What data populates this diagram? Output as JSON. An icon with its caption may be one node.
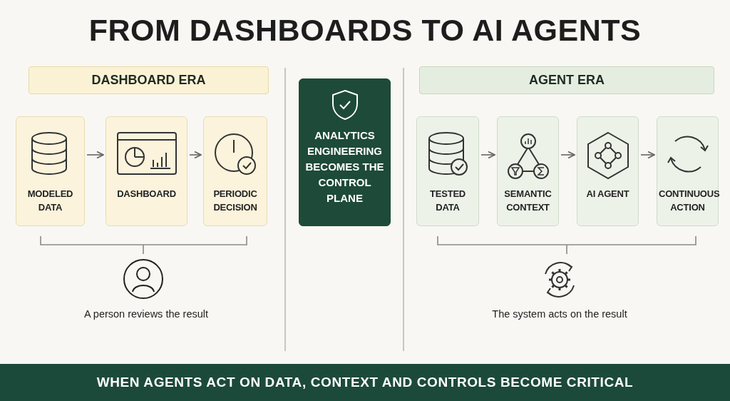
{
  "diagram": {
    "title": "FROM DASHBOARDS TO AI AGENTS",
    "caption": "WHEN AGENTS ACT ON DATA, CONTEXT AND CONTROLS BECOME CRITICAL",
    "nodes": [
      {
        "text": [
          "DASHBOARD ERA"
        ]
      },
      {
        "text": [
          "MODELED DATA"
        ]
      },
      {
        "text": [
          "DASHBOARD"
        ]
      },
      {
        "text": [
          "PERIODIC DECISION"
        ]
      },
      {
        "text": [
          "ANALYTICS ENGINEERING BECOMES THE CONTROL PLANE"
        ]
      },
      {
        "text": [
          "AGENT ERA"
        ]
      },
      {
        "text": [
          "TESTED DATA"
        ]
      },
      {
        "text": [
          "SEMANTIC CONTEXT"
        ]
      },
      {
        "text": [
          "AI AGENT"
        ]
      },
      {
        "text": [
          "CONTINUOUS ACTION"
        ]
      }
    ],
    "edges": [
      {
        "from": 1,
        "to": 2,
        "arrow": "to"
      },
      {
        "from": 2,
        "to": 3,
        "arrow": "to"
      },
      {
        "from": 6,
        "to": 7,
        "arrow": "to"
      },
      {
        "from": 7,
        "to": 8,
        "arrow": "to"
      },
      {
        "from": 8,
        "to": 9,
        "arrow": "to"
      }
    ],
    "labels": [
      "A person reviews the result",
      "The system acts on the result"
    ]
  }
}
